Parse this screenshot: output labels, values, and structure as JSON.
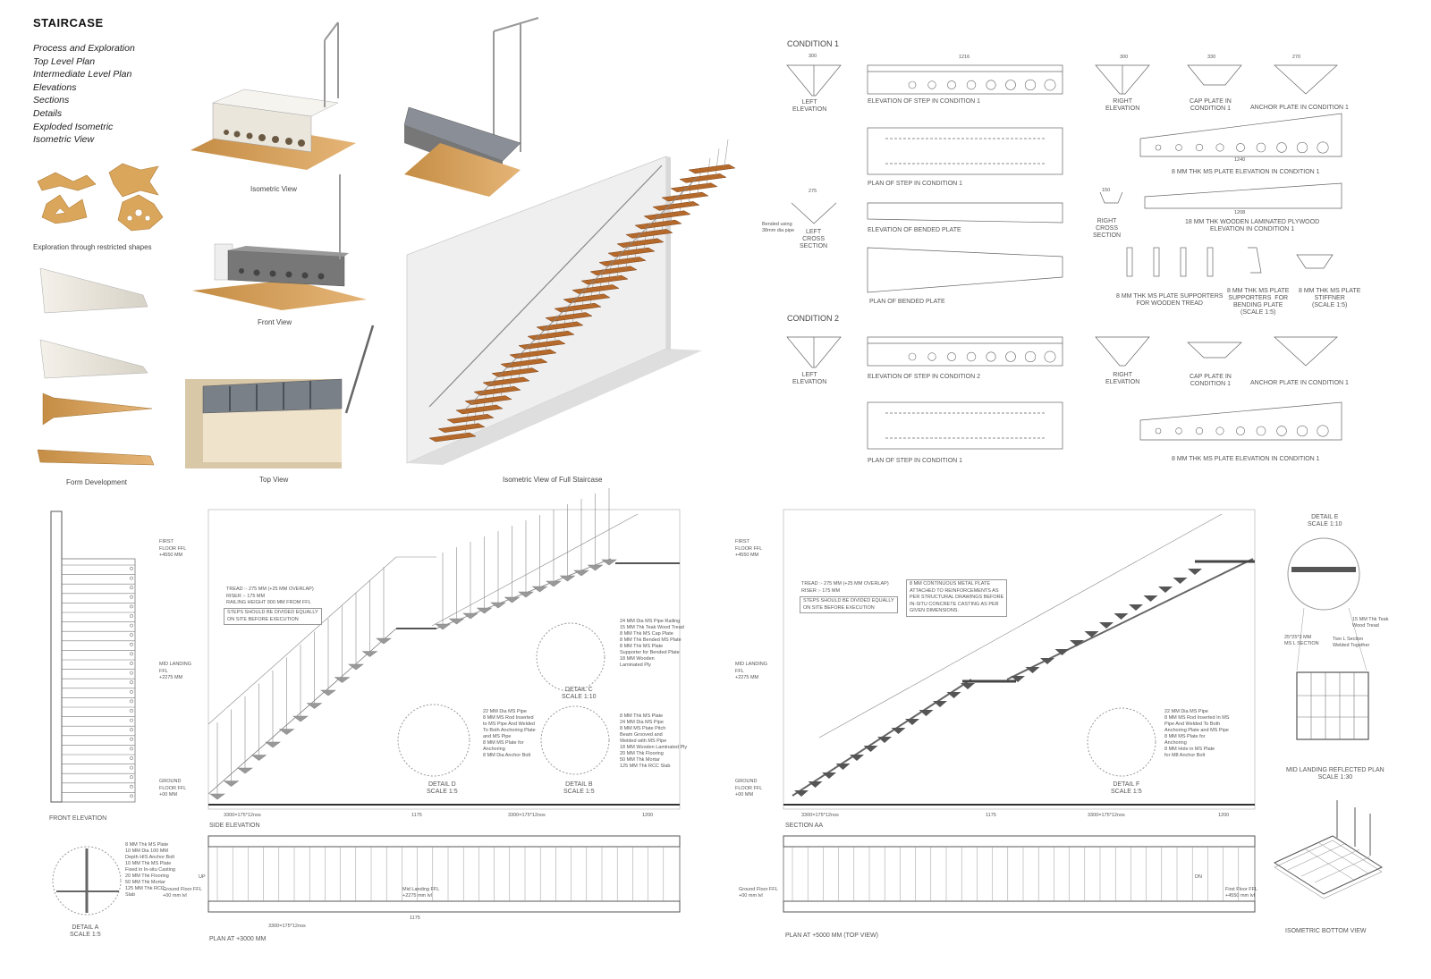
{
  "header": {
    "title": "STAIRCASE",
    "menu": [
      "Process and Exploration",
      "Top Level Plan",
      "Intermediate Level Plan",
      "Elevations",
      "Sections",
      "Details",
      "Exploded Isometric",
      "Isometric View"
    ]
  },
  "left_panel": {
    "exploration_caption": "Exploration through restricted shapes",
    "form_caption": "Form Development",
    "isometric_caption": "Isometric View",
    "front_caption": "Front View",
    "top_caption": "Top View",
    "full_caption": "Isometric View of Full Staircase"
  },
  "conditions": {
    "condition1": "CONDITION 1",
    "condition2": "CONDITION 2",
    "left_elevation": "LEFT\nELEVATION",
    "right_elevation": "RIGHT\nELEVATION",
    "elev_step_c1": "ELEVATION OF STEP IN CONDITION 1",
    "elev_step_c2": "ELEVATION OF STEP IN CONDITION 2",
    "plan_step_c1": "PLAN OF STEP IN CONDITION 1",
    "plan_step_c1_b": "PLAN OF STEP IN CONDITION 1",
    "cap_plate": "CAP PLATE IN\nCONDITION 1",
    "cap_plate_b": "CAP PLATE IN\nCONDITION 1",
    "anchor_plate": "ANCHOR PLATE IN CONDITION 1",
    "anchor_plate_b": "ANCHOR PLATE IN CONDITION 1",
    "ms_plate_elev": "8 MM THK MS PLATE ELEVATION IN CONDITION 1",
    "ms_plate_elev_b": "8 MM THK MS PLATE ELEVATION IN CONDITION 1",
    "plywood": "18 MM THK WOODEN LAMINATED PLYWOOD\nELEVATION IN CONDITION 1",
    "left_cross": "LEFT\nCROSS\nSECTION",
    "right_cross": "RIGHT\nCROSS\nSECTION",
    "bended_note": "Bended using\n38mm dia pipe",
    "elev_bended": "ELEVATION OF BENDED PLATE",
    "plan_bended": "PLAN OF BENDED PLATE",
    "supporters_tread": "8 MM THK MS PLATE SUPPORTERS\nFOR WOODEN TREAD",
    "supporters_bending": "8 MM THK MS PLATE\nSUPPORTERS  FOR\nBENDING PLATE\n(SCALE 1:5)",
    "stiffner": "8 MM THK MS PLATE\nSTIFFNER\n(SCALE 1:5)",
    "dims": {
      "w300": "300",
      "w1216": "1216",
      "w330": "330",
      "w270": "270",
      "w1240": "1240",
      "w1208": "1208",
      "w275": "275",
      "w150": "150"
    }
  },
  "side_elevation": {
    "front_elev": "FRONT ELEVATION",
    "side_elev": "SIDE ELEVATION",
    "first_floor": "FIRST\nFLOOR FFL\n+4550 MM",
    "mid_landing": "MID LANDING\nFFL\n+2275 MM",
    "ground_floor": "GROUND\nFLOOR FFL\n+00 MM",
    "notes": "TREAD :- 275 MM (+25 MM OVERLAP)\nRISER :- 175 MM\nRAILING HEIGHT 900 MM FROM FFL",
    "boxed_note": "STEPS SHOULD BE DIVIDED EQUALLY\nON SITE BEFORE EXECUTION",
    "detail_c": "DETAIL C\nSCALE 1:10",
    "detail_d": "DETAIL D\nSCALE 1:5",
    "detail_b": "DETAIL B\nSCALE 1:5",
    "detail_a": "DETAIL A\nSCALE 1:5",
    "dim_bottom": [
      "3300=175*12nos",
      "1175",
      "3300=175*12nos",
      "1200"
    ],
    "callouts_c": "24 MM Dia MS Pipe Railing\n15 MM Thk Teak Wood Tread\n8 MM Thk MS Cap Plate\n8 MM Thk Bended MS Plate\n8 MM Thk MS Plate\nSupporter for Bended Plate\n18 MM Wooden\nLaminated Ply",
    "callouts_d": "22 MM Dia MS Pipe\n8 MM MS Rod Inserted\nto MS Pipe And Welded\nTo Both Anchoring Plate\nand MS Pipe\n8 MM MS Plate for\nAnchoring\n8 MM Dia Anchor Bolt",
    "callouts_b": "8 MM Thk MS Plate\n24 MM Dia MS Pipe\n8 MM MS Plate Pitch\nBeam Grooved and\nWelded with MS Pipe\n18 MM Wooden Laminated Ply\n20 MM Thk Flooring\n50 MM Thk Mortar\n125 MM Thk RCC Slab",
    "callouts_a": "8 MM Thk MS Plate\n10 MM Dia 100 MM\nDepth HIS Anchor Bolt\n10 MM Thk MS Plate\nFixed in In-situ Casting\n20 MM Thk Flooring\n50 MM Thk Mortar\n125 MM Thk RCC\nSlab",
    "plan_label": "PLAN AT +3000 MM",
    "mid_landing_ffl": "Mid Landing FFL\n+2275 mm lvl",
    "ground_ffl": "Ground Floor FFL\n+00 mm lvl",
    "up": "UP",
    "dim_1175": "1175",
    "dim_3300": "3300=175*12nos"
  },
  "section_aa": {
    "label": "SECTION AA",
    "first_floor": "FIRST\nFLOOR FFL\n+4550 MM",
    "mid_landing": "MID LANDING\nFFL\n+2275 MM",
    "ground_floor": "GROUND\nFLOOR FFL\n+00 MM",
    "notes": "TREAD :- 275 MM (+25 MM OVERLAP)\nRISER :- 175 MM",
    "boxed_note": "STEPS SHOULD BE DIVIDED EQUALLY\nON SITE BEFORE EXECUTION",
    "metal_note": "8 MM CONTINUOUS METAL PLATE\nATTACHED TO REINFORCEMENTS AS\nPER STRUCTURAL DRAWINGS BEFORE\nIN-SITU CONCRETE CASTING AS PER\nGIVEN DIMENSIONS.",
    "detail_e": "DETAIL E\nSCALE 1:10",
    "detail_f": "DETAIL F\nSCALE 1:5",
    "callouts_f": "22 MM Dia MS Pipe\n8 MM MS Rod Inserted In MS\nPipe And Welded To Both\nAnchoring Plate and MS Pipe\n8 MM MS Plate for\nAnchoring\n8 MM Hole in MS Plate\nfor M8 Anchor Bolt",
    "callouts_e": "15 MM Thk Teak\nWood Tread",
    "callouts_e2": "Two L Section\nWelded Together",
    "ms_section": "25*25*3 MM\nMS L SECTION",
    "reflected": "MID LANDING REFLECTED PLAN\nSCALE 1:30",
    "plan_label": "PLAN AT +5000 MM (TOP VIEW)",
    "bottom_view": "ISOMETRIC BOTTOM VIEW",
    "ground_ffl": "Ground Floor FFL\n+00 mm lvl",
    "first_ffl": "First Floor FFL\n+4550 mm lvl",
    "dn": "DN",
    "dim_bottom": [
      "3300=175*12nos",
      "1175",
      "3300=175*12nos",
      "1200"
    ]
  }
}
